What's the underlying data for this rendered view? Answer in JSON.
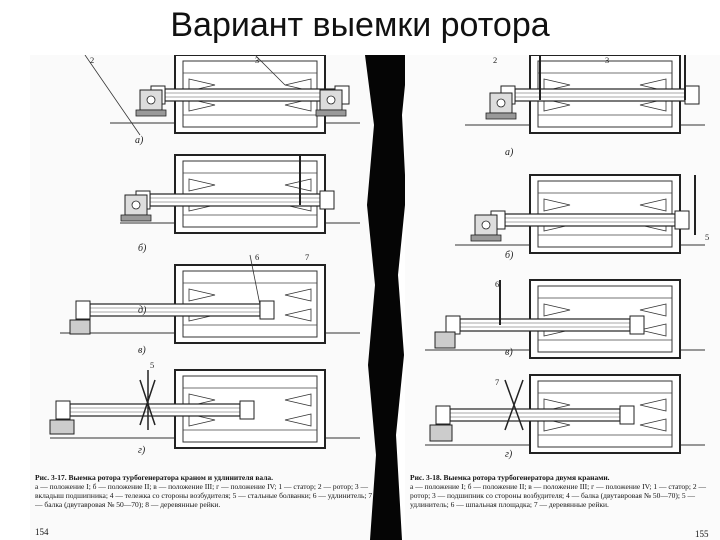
{
  "slide": {
    "title": "Вариант выемки ротора"
  },
  "left_page": {
    "figure_labels": [
      "а)",
      "б)",
      "в)",
      "г)",
      "д)"
    ],
    "callouts": [
      "2",
      "3",
      "5",
      "6",
      "7"
    ],
    "caption_title": "Рис. 3-17. Выемка ротора турбогенератора краном и удлинителя вала.",
    "caption_body": "а — положение I; б — положение II; в — положение III; г — положение IV; 1 — статор; 2 — ротор; 3 — вкладыш подшипника; 4 — тележка со стороны возбудителя; 5 — стальные болванки; 6 — удлинитель; 7 — балка (двутавровая № 50—70); 8 — деревянные рейки.",
    "page_number": "154"
  },
  "right_page": {
    "figure_labels": [
      "а)",
      "б)",
      "в)",
      "г)"
    ],
    "callouts": [
      "2",
      "3",
      "5",
      "6",
      "7"
    ],
    "caption_title": "Рис. 3-18. Выемка ротора турбогенератора двумя кранами.",
    "caption_body": "а — положение I; б — положение II; в — положение III; г — положение IV; 1 — статор; 2 — ротор; 3 — подшипник со стороны возбудителя; 4 — балка (двутавровая № 50—70); 5 — удлинитель; 6 — шпальная площадка; 7 — деревянные рейки.",
    "page_number": "155"
  }
}
